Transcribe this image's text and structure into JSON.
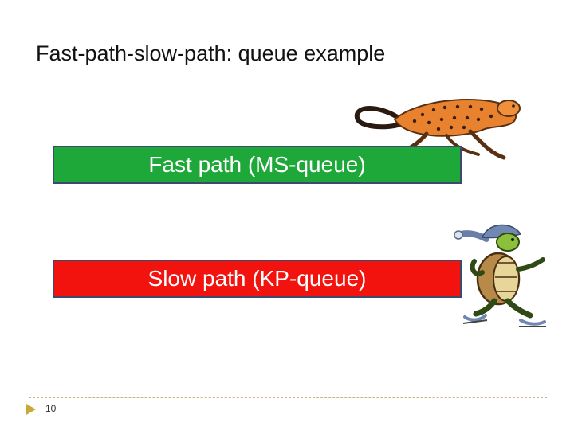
{
  "slide": {
    "title": "Fast-path-slow-path: queue example",
    "fast_path_label": "Fast path (MS-queue)",
    "slow_path_label": "Slow path (KP-queue)",
    "page_number": "10"
  },
  "colors": {
    "fast_box": "#1fa83a",
    "slow_box": "#f2130f",
    "box_border": "#3c4a6e",
    "rule": "#c9b77a",
    "bullet": "#c9a93a"
  },
  "icons": {
    "fast": "cheetah-icon",
    "slow": "turtle-icon",
    "footer": "triangle-bullet-icon"
  }
}
